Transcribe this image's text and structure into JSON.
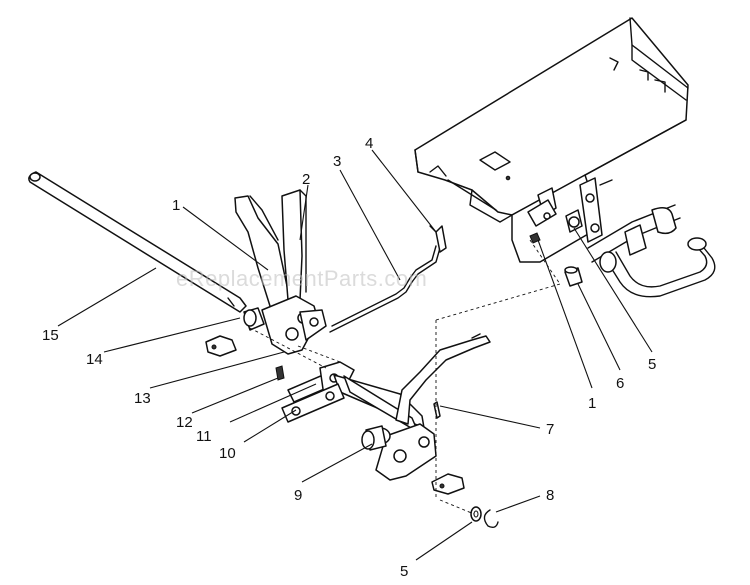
{
  "watermark": "eReplacementParts.com",
  "callouts": [
    {
      "label": "1"
    },
    {
      "label": "2"
    },
    {
      "label": "3"
    },
    {
      "label": "4"
    },
    {
      "label": "15"
    },
    {
      "label": "14"
    },
    {
      "label": "13"
    },
    {
      "label": "12"
    },
    {
      "label": "11"
    },
    {
      "label": "10"
    },
    {
      "label": "9"
    },
    {
      "label": "7"
    },
    {
      "label": "8"
    },
    {
      "label": "5"
    },
    {
      "label": "1"
    },
    {
      "label": "6"
    },
    {
      "label": "5"
    }
  ]
}
